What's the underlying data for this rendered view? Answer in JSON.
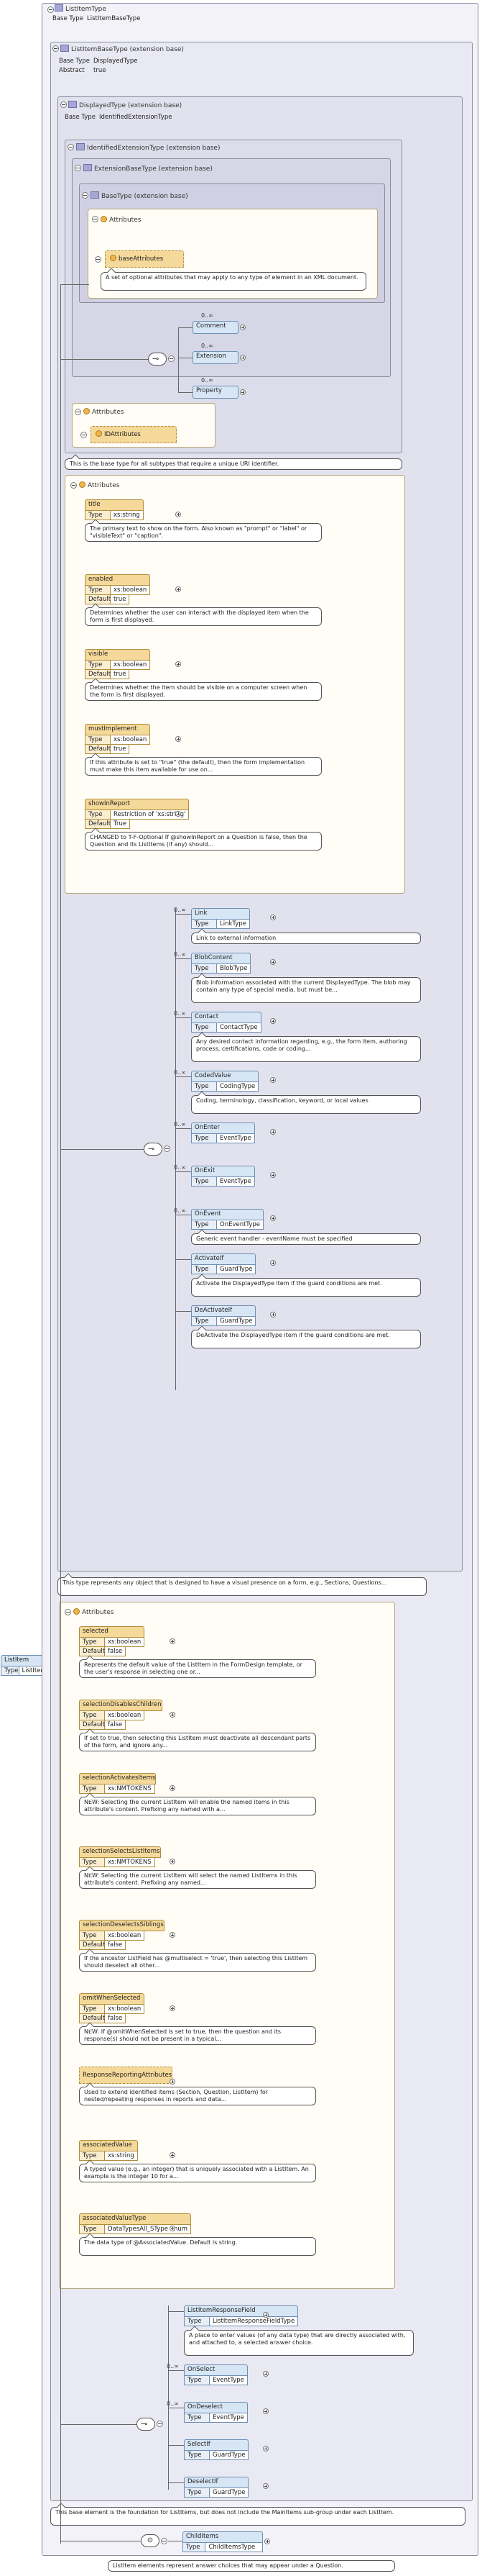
{
  "root": {
    "name": "ListItem",
    "type_key": "Type",
    "type_value": "ListItemType",
    "doc": "ListItem elements represent answer choices that may appear under a Question."
  },
  "list_item_type": {
    "title": "ListItemType",
    "base_type_key": "Base Type",
    "base_type_value": "ListItemBaseType",
    "doc": "This base element is the foundation for ListItems, but does not include the MainItems sub-group under each ListItem."
  },
  "list_item_base_type": {
    "title": "ListItemBaseType (extension base)",
    "base_type_key": "Base Type",
    "base_type_value": "DisplayedType",
    "abstract_key": "Abstract",
    "abstract_value": "true",
    "doc": "This type represents any object that is designed to have a visual presence on a form, e.g., Sections, Questions..."
  },
  "displayed_type": {
    "title": "DisplayedType (extension base)",
    "base_type_key": "Base Type",
    "base_type_value": "IdentifiedExtensionType",
    "doc": "This is the base type for all subtypes that require a unique URI identifier."
  },
  "identified_extension_type": {
    "title": "IdentifiedExtensionType (extension base)"
  },
  "extension_base_type": {
    "title": "ExtensionBaseType (extension base)"
  },
  "base_type": {
    "title": "BaseType (extension base)",
    "attributes_label": "Attributes",
    "group": "baseAttributes",
    "doc": "A set of optional attributes that may apply to any type of element in an XML document."
  },
  "extension_children": [
    {
      "mult": "0..∞",
      "name": "Comment"
    },
    {
      "mult": "0..∞",
      "name": "Extension"
    },
    {
      "mult": "0..∞",
      "name": "Property"
    }
  ],
  "identified_attributes": {
    "label": "Attributes",
    "group": "IDAttributes"
  },
  "displayed_attributes": {
    "label": "Attributes",
    "items": [
      {
        "name": "title",
        "rows": [
          [
            "Type",
            "xs:string"
          ]
        ],
        "doc": "The primary text to show on the form. Also known as \"prompt\" or \"label\" or \"visibleText\" or \"caption\"."
      },
      {
        "name": "enabled",
        "rows": [
          [
            "Type",
            "xs:boolean"
          ],
          [
            "Default",
            "true"
          ]
        ],
        "doc": "Determines whether the user can interact with the displayed item when the form is first displayed."
      },
      {
        "name": "visible",
        "rows": [
          [
            "Type",
            "xs:boolean"
          ],
          [
            "Default",
            "true"
          ]
        ],
        "doc": "Determines whether the item should be visible on a computer screen when the form is first displayed."
      },
      {
        "name": "mustImplement",
        "rows": [
          [
            "Type",
            "xs:boolean"
          ],
          [
            "Default",
            "true"
          ]
        ],
        "doc": "If this attribute is set to \"true\" (the default), then the form implementation must make this item available for use on..."
      },
      {
        "name": "showInReport",
        "rows": [
          [
            "Type",
            "Restriction of 'xs:string'"
          ],
          [
            "Default",
            "True"
          ]
        ],
        "doc": "CHANGED to T-F-Optional If @showInReport on a Question is false, then the Question and its ListItems (if any) should..."
      }
    ]
  },
  "displayed_children": [
    {
      "mult": "0..∞",
      "name": "Link",
      "type": "LinkType",
      "doc": "Link to external information"
    },
    {
      "mult": "0..∞",
      "name": "BlobContent",
      "type": "BlobType",
      "doc": "Blob information associated with the current DisplayedType. The blob may contain any type of special media, but must be..."
    },
    {
      "mult": "0..∞",
      "name": "Contact",
      "type": "ContactType",
      "doc": "Any desired contact information regarding, e.g., the form item, authoring process, certifications, code or coding..."
    },
    {
      "mult": "0..∞",
      "name": "CodedValue",
      "type": "CodingType",
      "doc": "Coding, terminology, classification, keyword, or local values"
    },
    {
      "mult": "0..∞",
      "name": "OnEnter",
      "type": "EventType",
      "doc": ""
    },
    {
      "mult": "0..∞",
      "name": "OnExit",
      "type": "EventType",
      "doc": ""
    },
    {
      "mult": "0..∞",
      "name": "OnEvent",
      "type": "OnEventType",
      "doc": "Generic event handler - eventName must be specified"
    },
    {
      "mult": "",
      "name": "ActivateIf",
      "type": "GuardType",
      "doc": "Activate the DisplayedType item if the guard conditions are met."
    },
    {
      "mult": "",
      "name": "DeActivateIf",
      "type": "GuardType",
      "doc": "DeActivate the DisplayedType item if the guard conditions are met."
    }
  ],
  "listitem_attributes": {
    "label": "Attributes",
    "items": [
      {
        "name": "selected",
        "rows": [
          [
            "Type",
            "xs:boolean"
          ],
          [
            "Default",
            "false"
          ]
        ],
        "doc": "Represents the default value of the ListItem in the FormDesign template, or the user's response in selecting one or..."
      },
      {
        "name": "selectionDisablesChildren",
        "rows": [
          [
            "Type",
            "xs:boolean"
          ],
          [
            "Default",
            "false"
          ]
        ],
        "doc": "If set to true, then selecting this ListItem must deactivate all descendant parts of the form, and ignore any..."
      },
      {
        "name": "selectionActivatesItems",
        "rows": [
          [
            "Type",
            "xs:NMTOKENS"
          ]
        ],
        "doc": "NEW: Selecting the current ListItem will enable the named items in this attribute's content. Prefixing any named with a..."
      },
      {
        "name": "selectionSelectsListItems",
        "rows": [
          [
            "Type",
            "xs:NMTOKENS"
          ]
        ],
        "doc": "NEW: Selecting the current ListItem will select the named ListItems in this attribute's content. Prefixing any named..."
      },
      {
        "name": "selectionDeselectsSiblings",
        "rows": [
          [
            "Type",
            "xs:boolean"
          ],
          [
            "Default",
            "false"
          ]
        ],
        "doc": "If the ancestor ListField has @multiselect = 'true', then selecting this ListItem should deselect all other..."
      },
      {
        "name": "omitWhenSelected",
        "rows": [
          [
            "Type",
            "xs:boolean"
          ],
          [
            "Default",
            "false"
          ]
        ],
        "doc": "NEW: If @omitWhenSelected is set to true, then the question and its response(s) should not be present in a typical..."
      },
      {
        "name": "ResponseReportingAttributes",
        "rows": [],
        "group": true,
        "doc": "Used to extend identified items (Section, Question, ListItem) for nested/repeating responses in reports and data..."
      },
      {
        "name": "associatedValue",
        "rows": [
          [
            "Type",
            "xs:string"
          ]
        ],
        "doc": "A typed value (e.g., an integer) that is uniquely associated with a ListItem. An example is the integer 10 for a..."
      },
      {
        "name": "associatedValueType",
        "rows": [
          [
            "Type",
            "DataTypesAll_SType Enum"
          ]
        ],
        "doc": "The data type of @AssociatedValue. Default is string."
      }
    ]
  },
  "listitem_children": [
    {
      "mult": "",
      "name": "ListItemResponseField",
      "type": "ListItemResponseFieldType",
      "doc": "A place to enter values (of any data type) that are directly associated with, and attached to, a selected answer choice."
    },
    {
      "mult": "0..∞",
      "name": "OnSelect",
      "type": "EventType",
      "doc": ""
    },
    {
      "mult": "0..∞",
      "name": "OnDeselect",
      "type": "EventType",
      "doc": ""
    },
    {
      "mult": "",
      "name": "SelectIf",
      "type": "GuardType",
      "doc": ""
    },
    {
      "mult": "",
      "name": "DeselectIf",
      "type": "GuardType",
      "doc": ""
    }
  ],
  "children_items": {
    "name": "ChildItems",
    "type_key": "Type",
    "type_value": "ChildItemsType"
  }
}
